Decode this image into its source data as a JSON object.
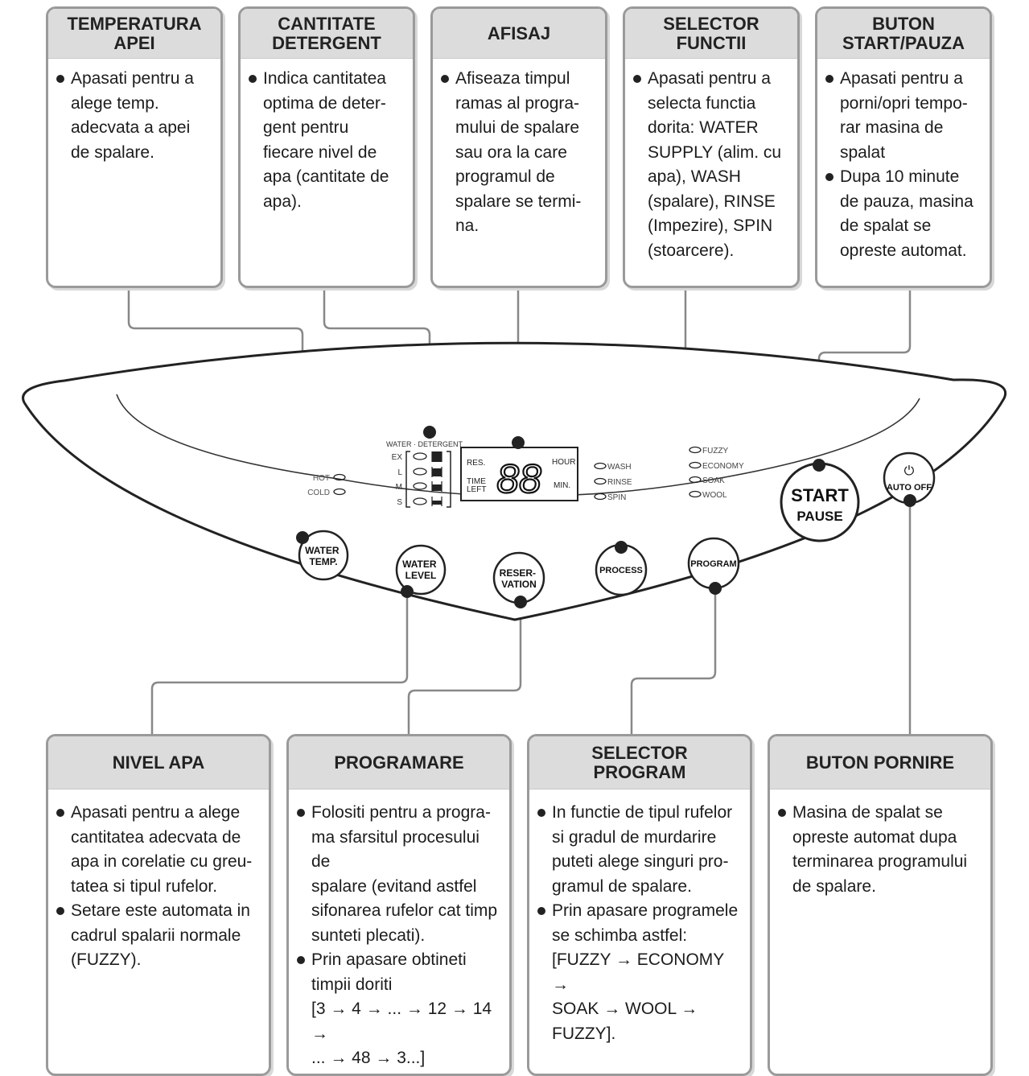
{
  "top_boxes": [
    {
      "title": "TEMPERATURA\nAPEI",
      "items": [
        "Apasati pentru a\nalege temp.\nadecvata a apei\nde spalare."
      ]
    },
    {
      "title": "CANTITATE\nDETERGENT",
      "items": [
        "Indica cantitatea\noptima de deter-\ngent pentru\nfiecare nivel de\napa  (cantitate de\napa)."
      ]
    },
    {
      "title": "AFISAJ",
      "items": [
        "Afiseaza timpul\nramas al progra-\nmului de spalare\nsau ora la care\nprogramul de\nspalare se termi-\nna."
      ]
    },
    {
      "title": "SELECTOR\nFUNCTII",
      "items": [
        "Apasati pentru a\nselecta functia\ndorita: WATER\nSUPPLY (alim. cu\napa), WASH\n(spalare), RINSE\n(Impezire), SPIN\n(stoarcere)."
      ]
    },
    {
      "title": "BUTON\nSTART/PAUZA",
      "items": [
        "Apasati pentru a\nporni/opri tempo-\nrar masina de\nspalat",
        "Dupa 10 minute\nde pauza, masina\nde spalat se\nopreste automat."
      ]
    }
  ],
  "bottom_boxes": [
    {
      "title": "NIVEL APA",
      "items": [
        "Apasati pentru a alege\ncantitatea adecvata de\napa in corelatie cu greu-\ntatea si tipul rufelor.",
        "Setare este automata in\ncadrul spalarii normale\n(FUZZY)."
      ]
    },
    {
      "title": "PROGRAMARE",
      "items": [
        "Folositi pentru a progra-\nma sfarsitul procesului de\nspalare (evitand astfel\nsifonarea rufelor cat timp\nsunteti plecati).",
        "Prin apasare obtineti\ntimpii doriti\n[3 → 4 → ... → 12 → 14 →\n... → 48 → 3...]"
      ]
    },
    {
      "title": "SELECTOR\nPROGRAM",
      "items": [
        "In functie de tipul rufelor\nsi gradul  de murdarire\nputeti alege singuri pro-\ngramul de spalare.",
        "Prin apasare programele\nse schimba astfel:\n[FUZZY → ECONOMY →\nSOAK → WOOL →\nFUZZY]."
      ]
    },
    {
      "title": "BUTON PORNIRE",
      "items": [
        "Masina de spalat se\nopreste automat dupa\nterminarea programului\nde spalare."
      ]
    }
  ],
  "panel": {
    "temp_labels": [
      "HOT",
      "COLD"
    ],
    "water_detergent_title": "WATER · DETERGENT",
    "level_labels": [
      "EX",
      "L",
      "M",
      "S"
    ],
    "display": {
      "res": "RES.",
      "time_left": "TIME\nLEFT",
      "digits": "88",
      "hour": "HOUR",
      "min": "MIN."
    },
    "process_labels": [
      "WASH",
      "RINSE",
      "SPIN"
    ],
    "program_labels": [
      "FUZZY",
      "ECONOMY",
      "SOAK",
      "WOOL"
    ],
    "buttons": {
      "water_temp": "WATER\nTEMP.",
      "water_level": "WATER\nLEVEL",
      "reservation": "RESER-\nVATION",
      "process": "PROCESS",
      "program": "PROGRAM",
      "start": "START",
      "pause": "PAUSE",
      "power_symbol": "⏻",
      "auto_off": "AUTO OFF"
    }
  }
}
